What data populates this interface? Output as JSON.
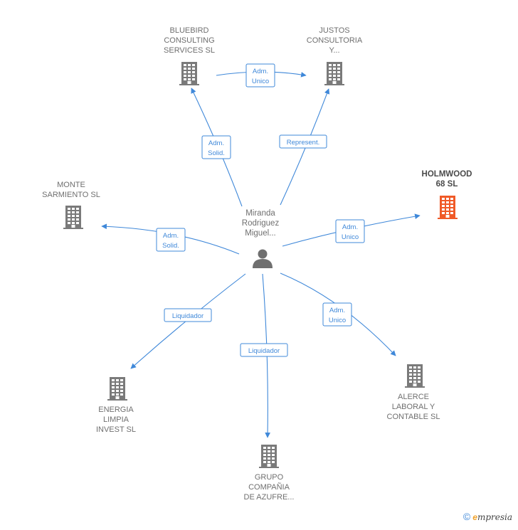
{
  "person": {
    "icon": "person-icon",
    "label": [
      "Miranda",
      "Rodriguez",
      "Miguel..."
    ]
  },
  "companies": [
    {
      "id": "bluebird",
      "label": [
        "BLUEBIRD",
        "CONSULTING",
        "SERVICES  SL"
      ],
      "color": "#7a7a7a",
      "icon": "building-icon"
    },
    {
      "id": "justos",
      "label": [
        "JUSTOS",
        "CONSULTORIA",
        "Y..."
      ],
      "color": "#7a7a7a",
      "icon": "building-icon"
    },
    {
      "id": "holmwood",
      "label": [
        "HOLMWOOD",
        "68  SL"
      ],
      "color": "#f05a28",
      "icon": "building-icon",
      "highlight": true
    },
    {
      "id": "monte",
      "label": [
        "MONTE",
        "SARMIENTO SL"
      ],
      "color": "#7a7a7a",
      "icon": "building-icon"
    },
    {
      "id": "alerce",
      "label": [
        "ALERCE",
        "LABORAL Y",
        "CONTABLE  SL"
      ],
      "color": "#7a7a7a",
      "icon": "building-icon"
    },
    {
      "id": "energia",
      "label": [
        "ENERGIA",
        "LIMPIA",
        "INVEST SL"
      ],
      "color": "#7a7a7a",
      "icon": "building-icon"
    },
    {
      "id": "grupo",
      "label": [
        "GRUPO",
        "COMPAÑIA",
        "DE AZUFRE..."
      ],
      "color": "#7a7a7a",
      "icon": "building-icon"
    }
  ],
  "edges": [
    {
      "from": "person",
      "to": "bluebird",
      "label": [
        "Adm.",
        "Solid."
      ]
    },
    {
      "from": "person",
      "to": "justos",
      "label": [
        "Represent."
      ]
    },
    {
      "from": "bluebird",
      "to": "justos",
      "label": [
        "Adm.",
        "Unico"
      ]
    },
    {
      "from": "person",
      "to": "holmwood",
      "label": [
        "Adm.",
        "Unico"
      ]
    },
    {
      "from": "person",
      "to": "monte",
      "label": [
        "Adm.",
        "Solid."
      ]
    },
    {
      "from": "person",
      "to": "alerce",
      "label": [
        "Adm.",
        "Unico"
      ]
    },
    {
      "from": "person",
      "to": "energia",
      "label": [
        "Liquidador"
      ]
    },
    {
      "from": "person",
      "to": "grupo",
      "label": [
        "Liquidador"
      ]
    }
  ],
  "colors": {
    "edge": "#3f88d9",
    "building": "#7a7a7a",
    "highlight": "#f05a28",
    "person": "#6f6f6f"
  },
  "footer": {
    "copyright": "©",
    "brand_initial": "e",
    "brand_rest": "mpresia"
  }
}
